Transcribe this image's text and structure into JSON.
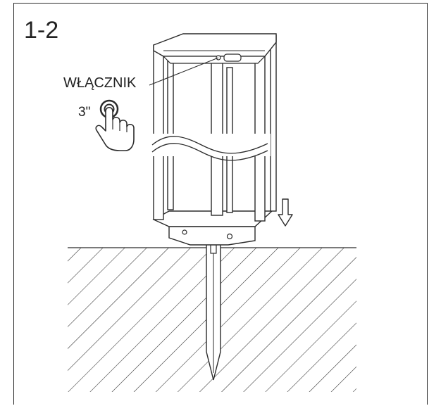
{
  "step": {
    "number_label": "1-2"
  },
  "callout": {
    "switch_label": "WŁĄCZNIK",
    "hold_duration": "3\""
  },
  "illustration": {
    "subject": "solar-garden-lamp-with-ground-spike",
    "icons": [
      "hand-press-icon",
      "power-button-icon",
      "insert-down-arrow-icon"
    ],
    "line_color": "#2b2b2b",
    "background": "#ffffff"
  }
}
